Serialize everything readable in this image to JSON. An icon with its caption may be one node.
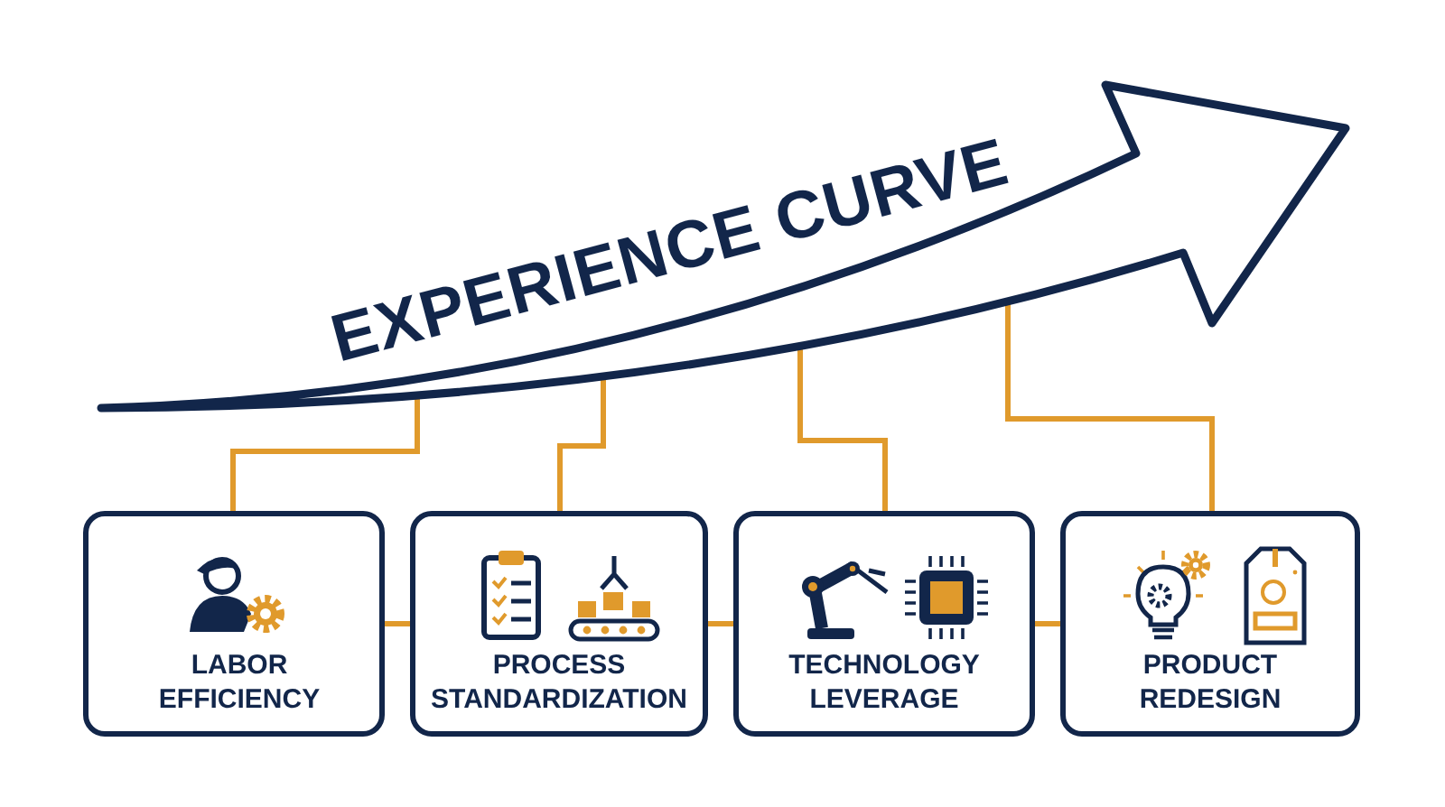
{
  "diagram": {
    "nodes": [
      {
        "text": [
          "EXPERIENCE CURVE"
        ]
      },
      {
        "text": [
          "LABOR EFFICIENCY"
        ]
      },
      {
        "text": [
          "PROCESS STANDARDIZATION"
        ]
      },
      {
        "text": [
          "TECHNOLOGY LEVERAGE"
        ]
      },
      {
        "text": [
          "PRODUCT REDESIGN"
        ]
      }
    ],
    "edges": [
      {
        "from": 0,
        "to": 1,
        "arrow": "none"
      },
      {
        "from": 0,
        "to": 2,
        "arrow": "none"
      },
      {
        "from": 0,
        "to": 3,
        "arrow": "none"
      },
      {
        "from": 0,
        "to": 4,
        "arrow": "none"
      },
      {
        "from": 1,
        "to": 2,
        "arrow": "none"
      },
      {
        "from": 2,
        "to": 3,
        "arrow": "none"
      },
      {
        "from": 3,
        "to": 4,
        "arrow": "none"
      }
    ]
  }
}
